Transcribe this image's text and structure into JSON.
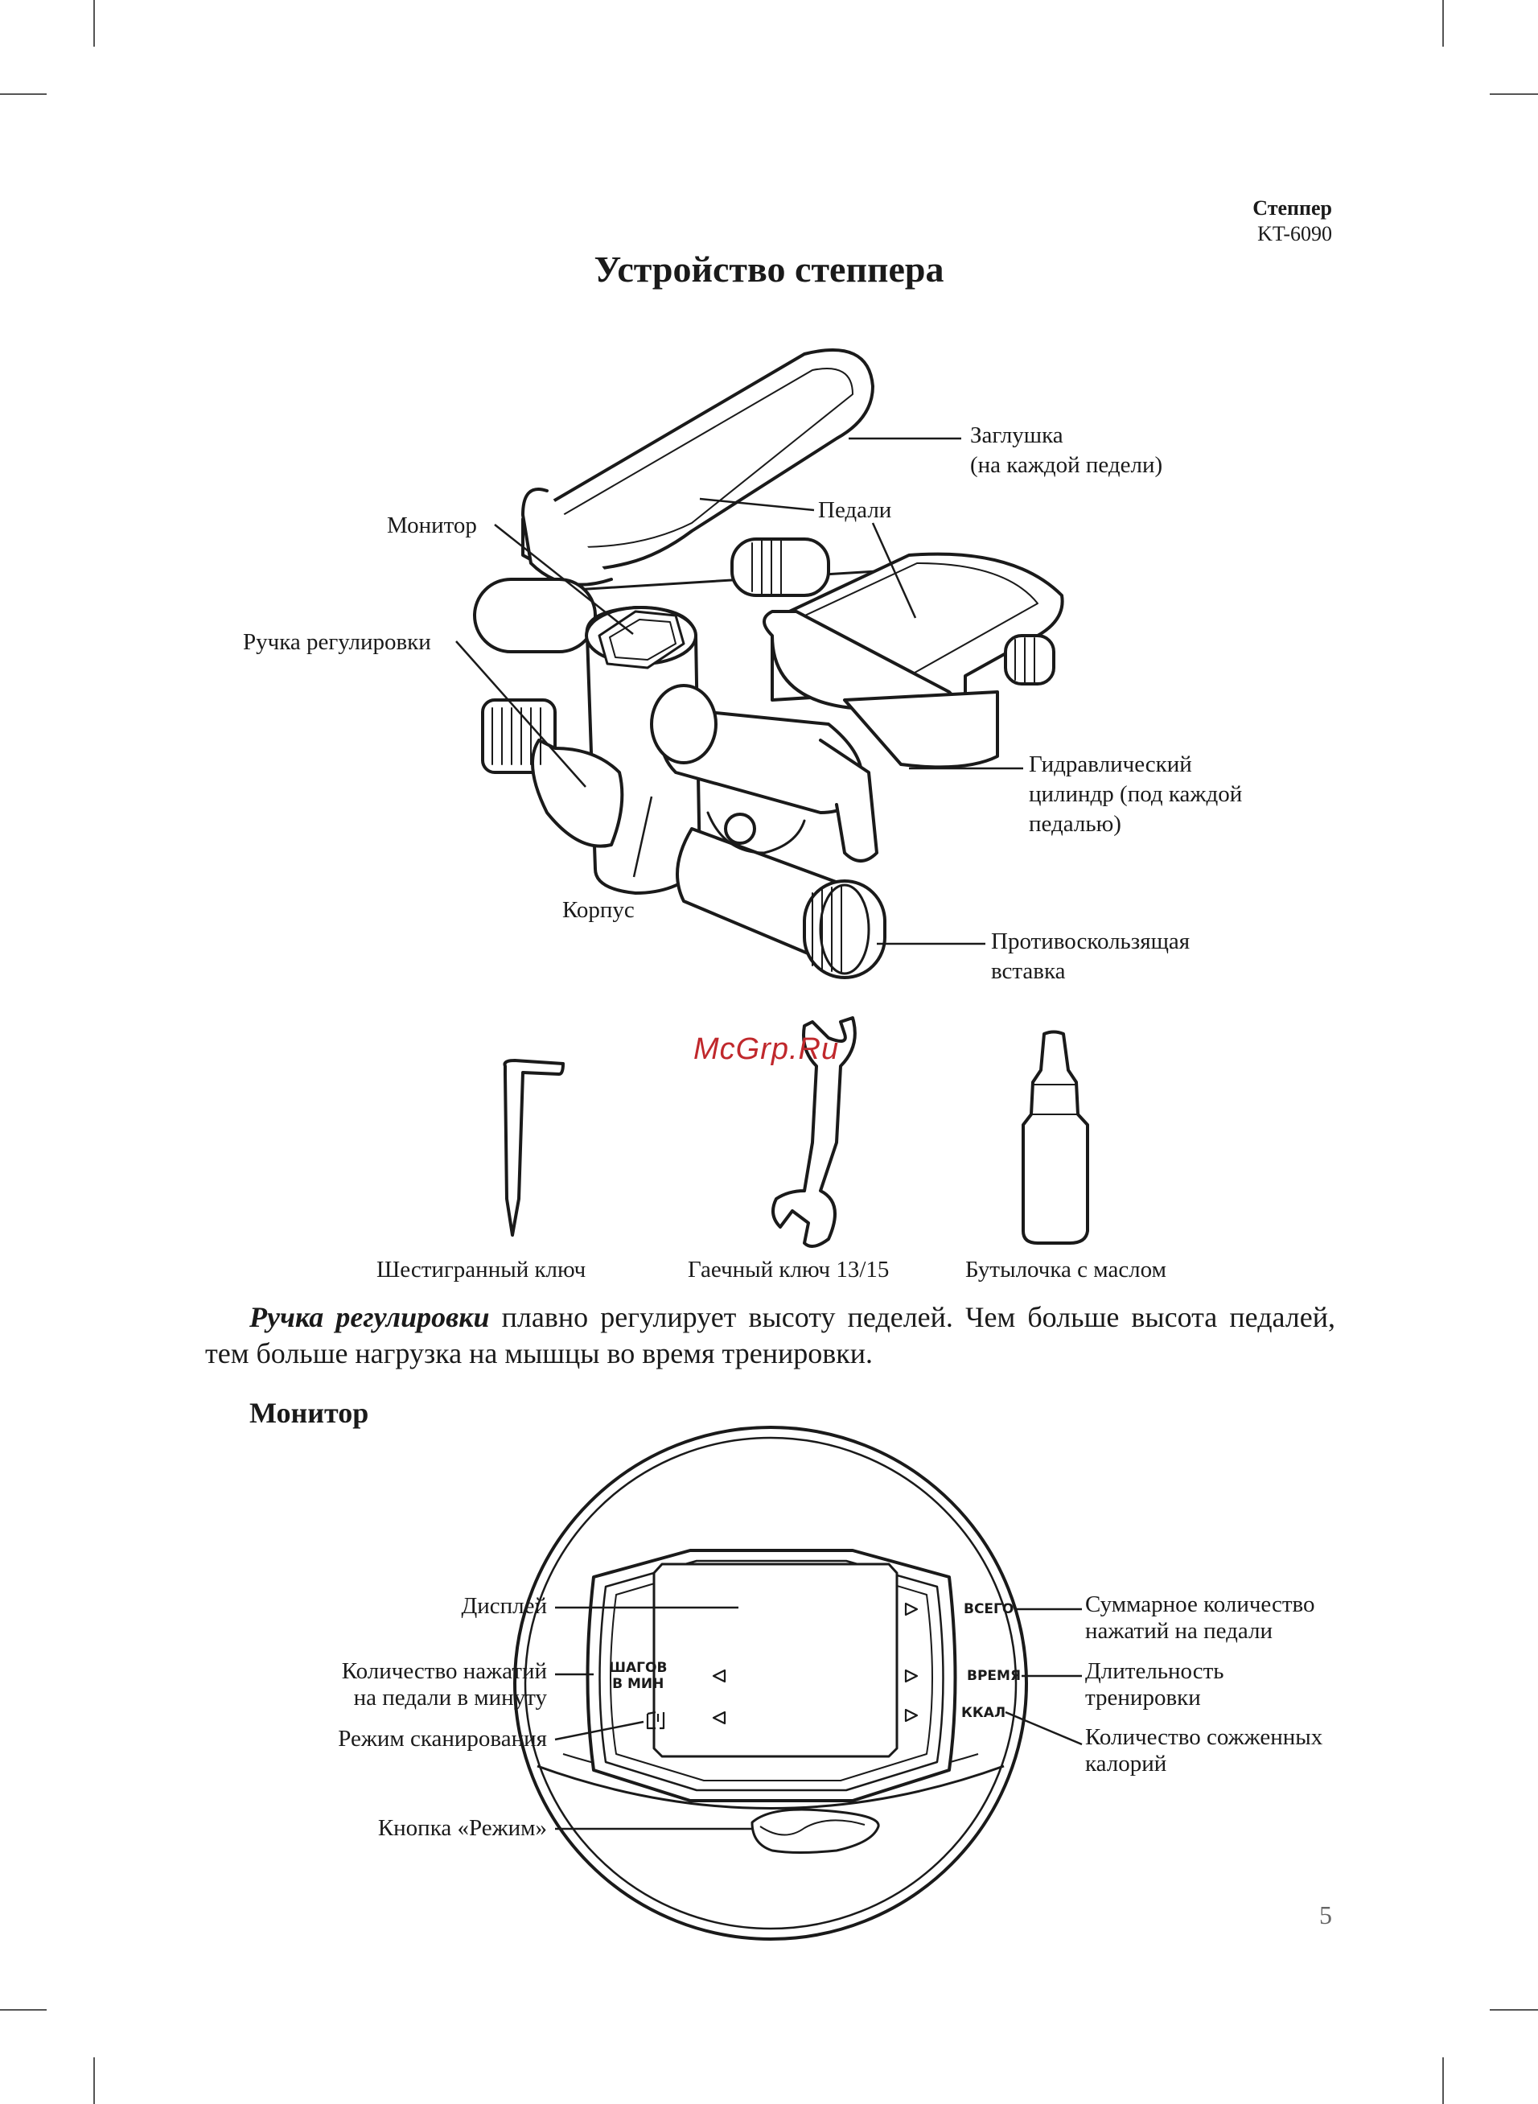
{
  "header": {
    "product": "Степпер",
    "model": "KT-6090"
  },
  "title": "Устройство степпера",
  "stepper_labels": {
    "plug": [
      "Заглушка",
      "(на каждой педели)"
    ],
    "pedals": "Педали",
    "monitor": "Монитор",
    "knob": "Ручка регулировки",
    "cylinder": [
      "Гидравлический",
      "цилиндр (под каждой",
      "педалью)"
    ],
    "body": "Корпус",
    "antislip": [
      "Противоскользящая",
      "вставка"
    ]
  },
  "tools": {
    "hex_key": "Шестигранный ключ",
    "wrench": "Гаечный ключ 13/15",
    "oil": "Бутылочка с маслом"
  },
  "watermark": "McGrp.Ru",
  "paragraph": {
    "bold": "Ручка регулировки",
    "text": " плавно регулирует высоту педелей. Чем больше высота педалей, тем больше нагрузка на мышцы во время тренировки."
  },
  "section_title": "Монитор",
  "monitor_labels": {
    "display": "Дисплей",
    "spm": [
      "Количество нажатий",
      "на педали в минуту"
    ],
    "scan": "Режим сканирования",
    "mode_button": "Кнопка «Режим»",
    "total": [
      "Суммарное количество",
      "нажатий на педали"
    ],
    "time": [
      "Длительность",
      "тренировки"
    ],
    "kcal": [
      "Количество сожженных",
      "калорий"
    ]
  },
  "monitor_panel": {
    "total": "ВСЕГО",
    "spm": [
      "ШАГОВ",
      "В МИН"
    ],
    "time": "ВРЕМЯ",
    "kcal": "ККАЛ"
  },
  "page_number": "5"
}
